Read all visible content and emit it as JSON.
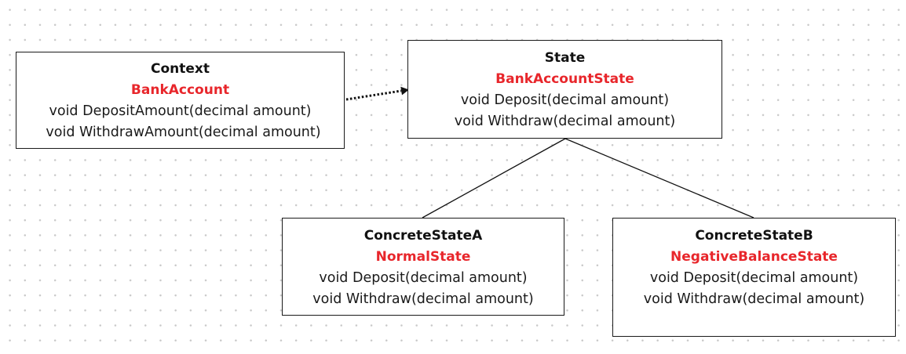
{
  "colors": {
    "name_accent": "#e8262b",
    "border": "#1a1a1a",
    "text": "#111111"
  },
  "boxes": {
    "context": {
      "title": "Context",
      "name": "BankAccount",
      "methods": [
        "void DepositAmount(decimal amount)",
        "void WithdrawAmount(decimal amount)"
      ]
    },
    "state": {
      "title": "State",
      "name": "BankAccountState",
      "methods": [
        "void Deposit(decimal amount)",
        "void Withdraw(decimal amount)"
      ]
    },
    "concrete_a": {
      "title": "ConcreteStateA",
      "name": "NormalState",
      "methods": [
        "void Deposit(decimal amount)",
        "void Withdraw(decimal amount)"
      ]
    },
    "concrete_b": {
      "title": "ConcreteStateB",
      "name": "NegativeBalanceState",
      "methods": [
        "void Deposit(decimal amount)",
        "void Withdraw(decimal amount)"
      ]
    }
  },
  "connectors": [
    {
      "from": "context",
      "to": "state",
      "style": "dotted-arrow"
    },
    {
      "from": "state",
      "to": "concrete_a",
      "style": "solid-line"
    },
    {
      "from": "state",
      "to": "concrete_b",
      "style": "solid-line"
    }
  ]
}
